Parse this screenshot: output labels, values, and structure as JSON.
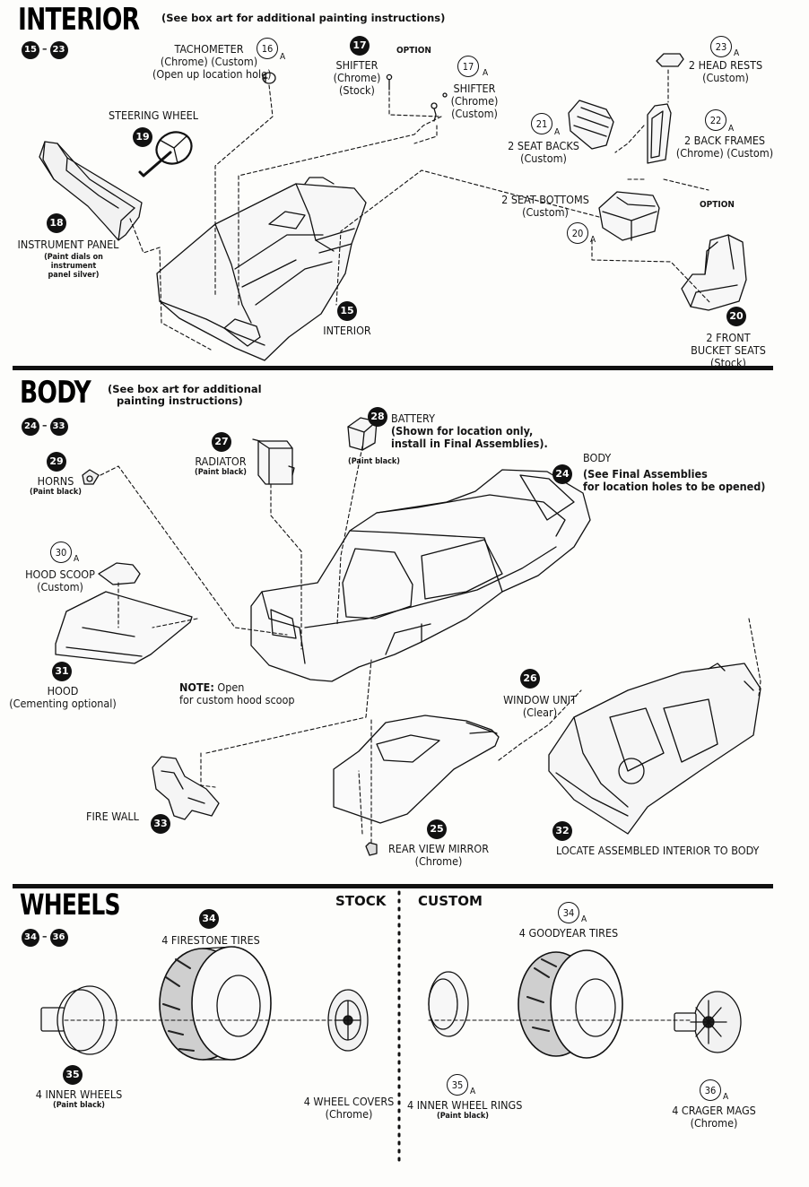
{
  "sections": {
    "interior": {
      "title": "INTERIOR",
      "note": "(See box art for additional painting instructions)",
      "range_start": "15",
      "range_end": "23"
    },
    "body": {
      "title": "BODY",
      "note_line1": "(See box art for additional",
      "note_line2": "painting instructions)",
      "range_start": "24",
      "range_end": "33"
    },
    "wheels": {
      "title": "WHEELS",
      "range_start": "34",
      "range_end": "36",
      "stock_label": "STOCK",
      "custom_label": "CUSTOM"
    }
  },
  "parts": {
    "p15": {
      "num": "15",
      "name": "INTERIOR"
    },
    "p16": {
      "num": "16",
      "suffix": "A",
      "name": "TACHOMETER",
      "l2": "(Chrome) (Custom)",
      "l3": "(Open up location hole)"
    },
    "p17": {
      "num": "17",
      "name": "SHIFTER",
      "l2": "(Chrome)",
      "l3": "(Stock)"
    },
    "p17a": {
      "num": "17",
      "suffix": "A",
      "name": "SHIFTER",
      "l2": "(Chrome)",
      "l3": "(Custom)"
    },
    "option": "OPTION",
    "p18": {
      "num": "18",
      "name": "INSTRUMENT PANEL",
      "n1": "(Paint dials on",
      "n2": "instrument",
      "n3": "panel silver)"
    },
    "p19": {
      "num": "19",
      "name": "STEERING WHEEL"
    },
    "p20": {
      "num": "20",
      "name": "2 FRONT",
      "l2": "BUCKET SEATS",
      "l3": "(Stock)"
    },
    "p20a": {
      "num": "20",
      "suffix": "A",
      "name": "2 SEAT BOTTOMS",
      "l2": "(Custom)"
    },
    "p21": {
      "num": "21",
      "suffix": "A",
      "name": "2 SEAT BACKS",
      "l2": "(Custom)"
    },
    "p22": {
      "num": "22",
      "suffix": "A",
      "name": "2 BACK FRAMES",
      "l2": "(Chrome) (Custom)"
    },
    "p23": {
      "num": "23",
      "suffix": "A",
      "name": "2 HEAD RESTS",
      "l2": "(Custom)"
    },
    "p24": {
      "num": "24",
      "name": "BODY",
      "l2": "(See Final Assemblies",
      "l3": "for location holes to be opened)"
    },
    "p25": {
      "num": "25",
      "name": "REAR VIEW MIRROR",
      "l2": "(Chrome)"
    },
    "p26": {
      "num": "26",
      "name": "WINDOW UNIT",
      "l2": "(Clear)"
    },
    "p27": {
      "num": "27",
      "name": "RADIATOR",
      "l2": "(Paint black)"
    },
    "p28": {
      "num": "28",
      "name": "BATTERY",
      "l2": "(Shown for location only,",
      "l3": "install in Final Assemblies).",
      "l4": "(Paint black)"
    },
    "p29": {
      "num": "29",
      "name": "HORNS",
      "l2": "(Paint black)"
    },
    "p30": {
      "num": "30",
      "suffix": "A",
      "name": "HOOD SCOOP",
      "l2": "(Custom)"
    },
    "p31": {
      "num": "31",
      "name": "HOOD",
      "l2": "(Cementing optional)"
    },
    "note31": {
      "bold": "NOTE:",
      "rest": " Open",
      "l2": "for custom hood scoop"
    },
    "p32": {
      "num": "32",
      "name": "LOCATE ASSEMBLED INTERIOR TO BODY"
    },
    "p33": {
      "num": "33",
      "name": "FIRE WALL"
    },
    "p34": {
      "num": "34",
      "name": "4 FIRESTONE TIRES"
    },
    "p34a": {
      "num": "34",
      "suffix": "A",
      "name": "4 GOODYEAR TIRES"
    },
    "p35": {
      "num": "35",
      "name": "4 INNER WHEELS",
      "l2": "(Paint black)"
    },
    "p35a": {
      "num": "35",
      "suffix": "A",
      "name": "4 INNER WHEEL RINGS",
      "l2": "(Paint black)"
    },
    "wheelcovers": {
      "name": "4 WHEEL COVERS",
      "l2": "(Chrome)"
    },
    "p36a": {
      "num": "36",
      "suffix": "A",
      "name": "4 CRAGER MAGS",
      "l2": "(Chrome)"
    }
  }
}
